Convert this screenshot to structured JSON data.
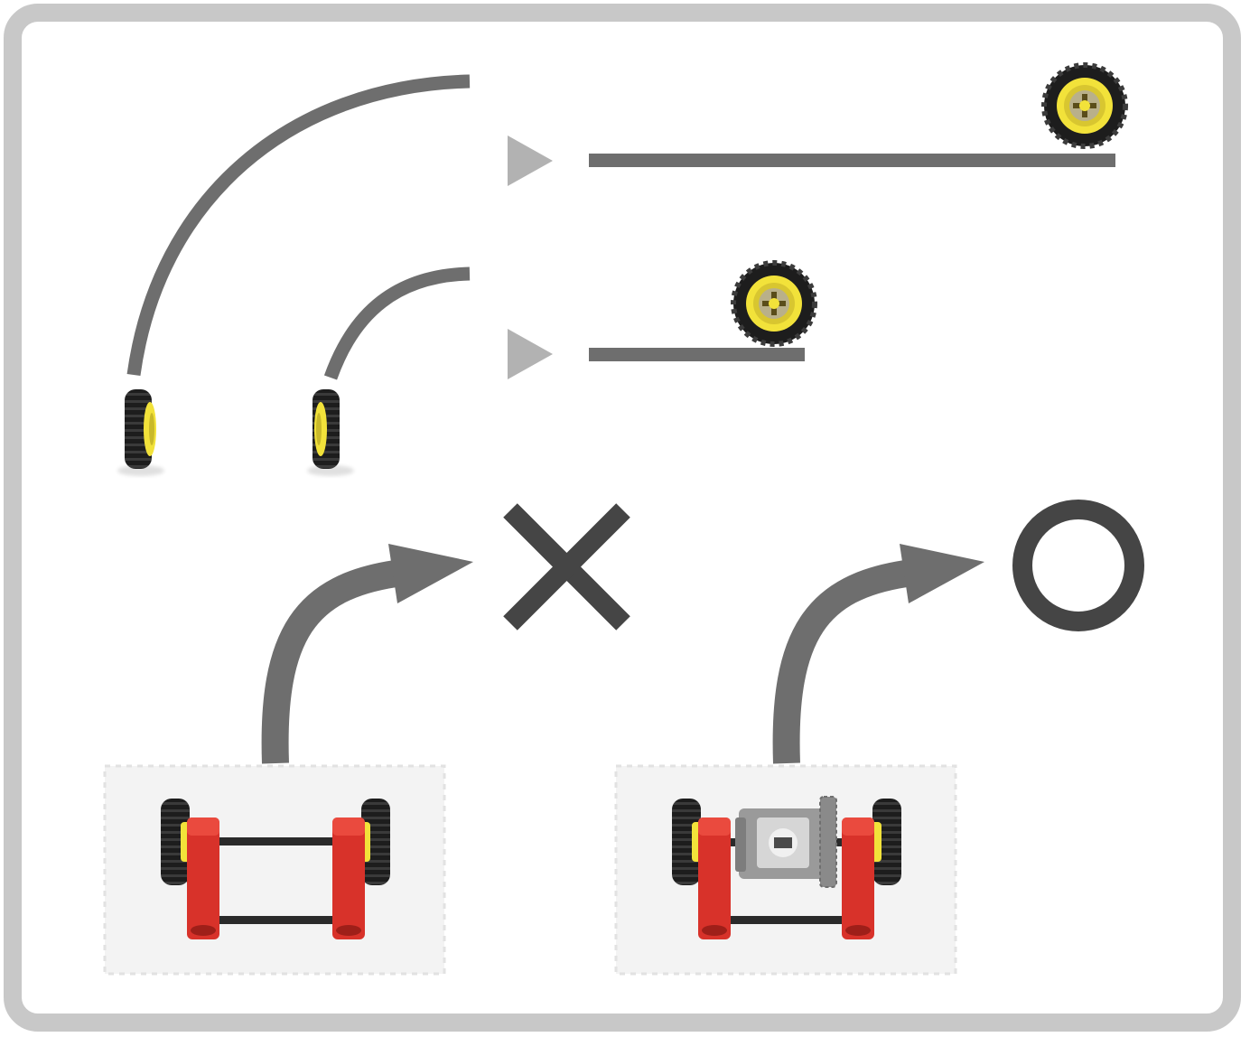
{
  "diagram": {
    "description_free": true,
    "colors": {
      "frame_border": "#c8c8c8",
      "frame_fill": "#ffffff",
      "path_gray": "#6e6e6e",
      "arrowhead_gray": "#b2b2b2",
      "mark_dark": "#454545",
      "tire_black": "#1d1d1d",
      "hub_yellow": "#f2e23a",
      "frame_red": "#d8322a",
      "axle_black": "#2a2a2a",
      "differential_gray": "#9a9a9a",
      "photo_bg": "#f3f3f3"
    },
    "icons": {
      "wrong_mark": "cross-mark-icon",
      "right_mark": "circle-mark-icon",
      "wheel": "wheel-icon",
      "arrow": "curved-arrow-icon",
      "play": "triangle-play-icon"
    },
    "panels": [
      {
        "name": "outer-wheel-comparison",
        "relative_distance": 1.0
      },
      {
        "name": "inner-wheel-comparison",
        "relative_distance": 0.41
      }
    ],
    "results": [
      {
        "model": "fixed-axle-cart",
        "verdict": "wrong"
      },
      {
        "model": "differential-cart",
        "verdict": "right"
      }
    ]
  }
}
